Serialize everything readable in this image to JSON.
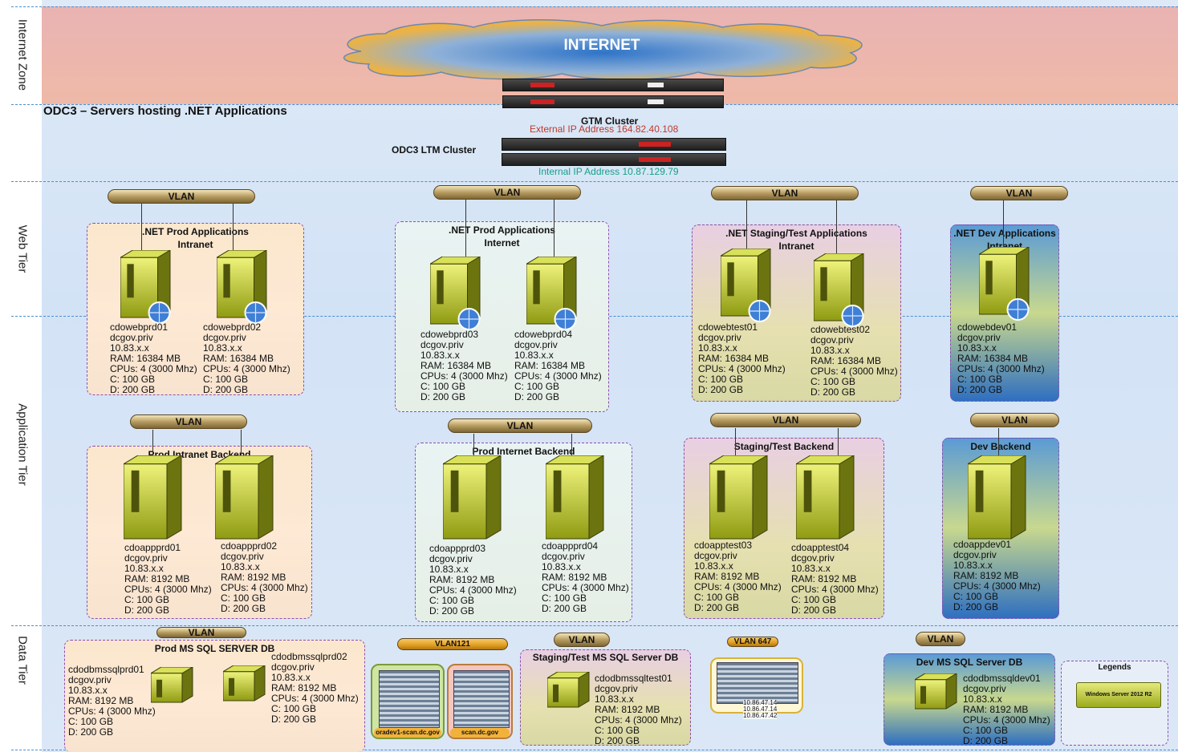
{
  "zones": {
    "internet": "Internet Zone",
    "web": "Web Tier",
    "app": "Application Tier",
    "data": "Data Tier"
  },
  "title": "ODC3 – Servers hosting .NET Applications",
  "cloud_label": "INTERNET",
  "gtm": {
    "label": "GTM Cluster",
    "ext_ip": "External IP Address 164.82.40.108"
  },
  "ltm": {
    "label": "ODC3 LTM Cluster",
    "int_ip": "Internal IP Address 10.87.129.79"
  },
  "vlan_label": "VLAN",
  "vlan121": "VLAN121",
  "vlan647": "VLAN 647",
  "server_badge": "Windows Server 2012 R2",
  "web_groups": [
    {
      "title": ".NET Prod Applications\nIntranet",
      "servers": [
        {
          "name": "cdowebprd01",
          "domain": "dcgov.priv",
          "ip": "10.83.x.x",
          "ram": "RAM: 16384 MB",
          "cpu": "CPUs: 4 (3000 Mhz)",
          "c": "C: 100 GB",
          "d": "D: 200 GB"
        },
        {
          "name": "cdowebprd02",
          "domain": "dcgov.priv",
          "ip": "10.83.x.x",
          "ram": "RAM: 16384 MB",
          "cpu": "CPUs: 4 (3000 Mhz)",
          "c": "C: 100 GB",
          "d": "D: 200 GB"
        }
      ]
    },
    {
      "title": ".NET Prod Applications\nInternet",
      "servers": [
        {
          "name": "cdowebprd03",
          "domain": "dcgov.priv",
          "ip": "10.83.x.x",
          "ram": "RAM: 16384 MB",
          "cpu": "CPUs: 4 (3000 Mhz)",
          "c": "C: 100 GB",
          "d": "D: 200 GB"
        },
        {
          "name": "cdowebprd04",
          "domain": "dcgov.priv",
          "ip": "10.83.x.x",
          "ram": "RAM: 16384 MB",
          "cpu": "CPUs: 4 (3000 Mhz)",
          "c": "C: 100 GB",
          "d": "D: 200 GB"
        }
      ]
    },
    {
      "title": ".NET Staging/Test Applications\nIntranet",
      "servers": [
        {
          "name": "cdowebtest01",
          "domain": "dcgov.priv",
          "ip": "10.83.x.x",
          "ram": "RAM: 16384 MB",
          "cpu": "CPUs: 4 (3000 Mhz)",
          "c": "C: 100 GB",
          "d": "D: 200 GB"
        },
        {
          "name": "cdowebtest02",
          "domain": "dcgov.priv",
          "ip": "10.83.x.x",
          "ram": "RAM: 16384 MB",
          "cpu": "CPUs: 4 (3000 Mhz)",
          "c": "C: 100 GB",
          "d": "D: 200 GB"
        }
      ]
    },
    {
      "title": ".NET Dev Applications\nIntranet",
      "servers": [
        {
          "name": "cdowebdev01",
          "domain": "dcgov.priv",
          "ip": "10.83.x.x",
          "ram": "RAM: 16384 MB",
          "cpu": "CPUs: 4 (3000 Mhz)",
          "c": "C: 100 GB",
          "d": "D: 200 GB"
        }
      ]
    }
  ],
  "app_groups": [
    {
      "title": "Prod Intranet Backend",
      "servers": [
        {
          "name": "cdoappprd01",
          "domain": "dcgov.priv",
          "ip": "10.83.x.x",
          "ram": "RAM: 8192 MB",
          "cpu": "CPUs: 4 (3000 Mhz)",
          "c": "C: 100 GB",
          "d": "D: 200 GB"
        },
        {
          "name": "cdoappprd02",
          "domain": "dcgov.priv",
          "ip": "10.83.x.x",
          "ram": "RAM: 8192 MB",
          "cpu": "CPUs: 4 (3000 Mhz)",
          "c": "C: 100 GB",
          "d": "D: 200 GB"
        }
      ]
    },
    {
      "title": "Prod Internet Backend",
      "servers": [
        {
          "name": "cdoappprd03",
          "domain": "dcgov.priv",
          "ip": "10.83.x.x",
          "ram": "RAM: 8192 MB",
          "cpu": "CPUs: 4 (3000 Mhz)",
          "c": "C: 100 GB",
          "d": "D: 200 GB"
        },
        {
          "name": "cdoappprd04",
          "domain": "dcgov.priv",
          "ip": "10.83.x.x",
          "ram": "RAM: 8192 MB",
          "cpu": "CPUs: 4 (3000 Mhz)",
          "c": "C: 100 GB",
          "d": "D: 200 GB"
        }
      ]
    },
    {
      "title": "Staging/Test Backend",
      "servers": [
        {
          "name": "cdoapptest03",
          "domain": "dcgov.priv",
          "ip": "10.83.x.x",
          "ram": "RAM: 8192 MB",
          "cpu": "CPUs: 4 (3000 Mhz)",
          "c": "C: 100 GB",
          "d": "D: 200 GB"
        },
        {
          "name": "cdoapptest04",
          "domain": "dcgov.priv",
          "ip": "10.83.x.x",
          "ram": "RAM: 8192 MB",
          "cpu": "CPUs: 4 (3000 Mhz)",
          "c": "C: 100 GB",
          "d": "D: 200 GB"
        }
      ]
    },
    {
      "title": "Dev Backend",
      "servers": [
        {
          "name": "cdoappdev01",
          "domain": "dcgov.priv",
          "ip": "10.83.x.x",
          "ram": "RAM: 8192 MB",
          "cpu": "CPUs: 4 (3000 Mhz)",
          "c": "C: 100 GB",
          "d": "D: 200 GB"
        }
      ]
    }
  ],
  "data_groups": [
    {
      "title": "Prod MS SQL SERVER DB",
      "servers": [
        {
          "name": "cdodbmssqlprd01",
          "domain": "dcgov.priv",
          "ip": "10.83.x.x",
          "ram": "RAM: 8192 MB",
          "cpu": "CPUs: 4 (3000 Mhz)",
          "c": "C: 100 GB",
          "d": "D: 200 GB"
        },
        {
          "name": "cdodbmssqlprd02",
          "domain": "dcgov.priv",
          "ip": "10.83.x.x",
          "ram": "RAM: 8192 MB",
          "cpu": "CPUs: 4 (3000 Mhz)",
          "c": "C: 100 GB",
          "d": "D: 200 GB"
        }
      ]
    },
    {
      "title": "Staging/Test MS SQL Server DB",
      "servers": [
        {
          "name": "cdodbmssqltest01",
          "domain": "dcgov.priv",
          "ip": "10.83.x.x",
          "ram": "RAM: 8192 MB",
          "cpu": "CPUs: 4 (3000 Mhz)",
          "c": "C: 100 GB",
          "d": "D: 200 GB"
        }
      ]
    },
    {
      "title": "Dev MS SQL Server DB",
      "servers": [
        {
          "name": "cdodbmssqldev01",
          "domain": "dcgov.priv",
          "ip": "10.83.x.x",
          "ram": "RAM: 8192 MB",
          "cpu": "CPUs: 4 (3000 Mhz)",
          "c": "C: 100 GB",
          "d": "D: 200 GB"
        }
      ]
    }
  ],
  "storage": {
    "oradev_label": "oradev1-scan.dc.gov",
    "scan_label": "scan.dc.gov",
    "vlan647_ips": [
      "10.86.47.14",
      "10.86.47.14",
      "10.86.47.42"
    ]
  },
  "legend": {
    "title": "Legends",
    "item": "Windows Server 2012 R2"
  },
  "colors": {
    "ext_ip": "#c0392b",
    "int_ip": "#16a085",
    "box_border": "#8a4fb3",
    "zone_line": "#4a8fd1"
  }
}
